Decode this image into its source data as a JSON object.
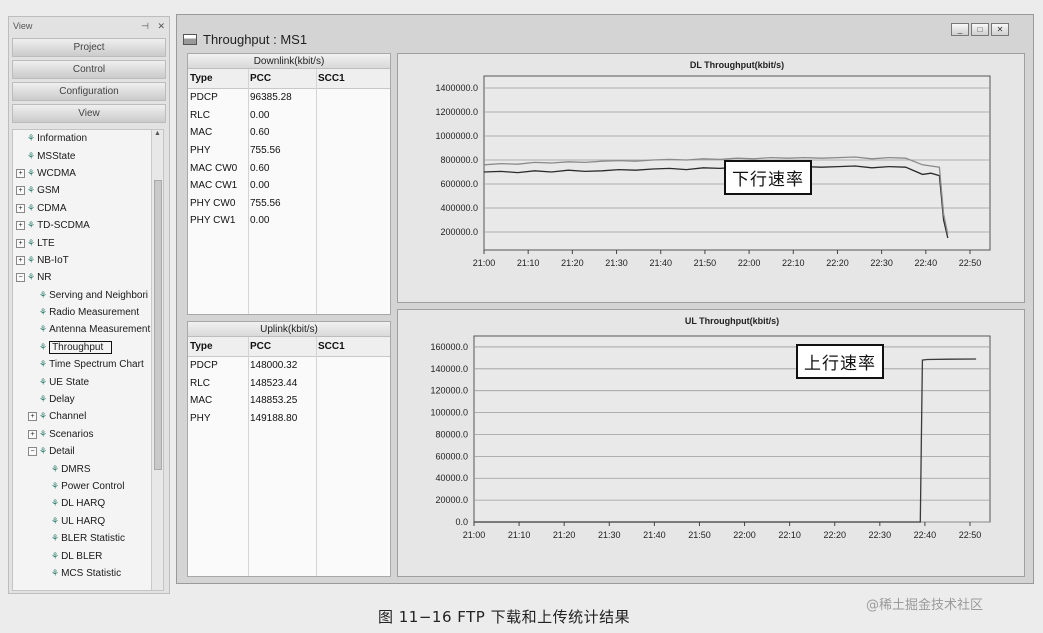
{
  "view_pane": {
    "title": "View",
    "pin_icon": "pin-icon",
    "close_glyph": "✕",
    "nav": [
      "Project",
      "Control",
      "Configuration",
      "View"
    ],
    "tree": [
      {
        "label": "Information",
        "level": 0,
        "expander": ""
      },
      {
        "label": "MSState",
        "level": 0,
        "expander": ""
      },
      {
        "label": "WCDMA",
        "level": 0,
        "expander": "+"
      },
      {
        "label": "GSM",
        "level": 0,
        "expander": "+"
      },
      {
        "label": "CDMA",
        "level": 0,
        "expander": "+"
      },
      {
        "label": "TD-SCDMA",
        "level": 0,
        "expander": "+"
      },
      {
        "label": "LTE",
        "level": 0,
        "expander": "+"
      },
      {
        "label": "NB-IoT",
        "level": 0,
        "expander": "+"
      },
      {
        "label": "NR",
        "level": 0,
        "expander": "−"
      },
      {
        "label": "Serving and Neighbori",
        "level": 1,
        "expander": ""
      },
      {
        "label": "Radio Measurement",
        "level": 1,
        "expander": ""
      },
      {
        "label": "Antenna Measurement",
        "level": 1,
        "expander": ""
      },
      {
        "label": "Throughput",
        "level": 1,
        "expander": "",
        "selected": true
      },
      {
        "label": "Time Spectrum Chart",
        "level": 1,
        "expander": ""
      },
      {
        "label": "UE State",
        "level": 1,
        "expander": ""
      },
      {
        "label": "Delay",
        "level": 1,
        "expander": ""
      },
      {
        "label": "Channel",
        "level": 1,
        "expander": "+"
      },
      {
        "label": "Scenarios",
        "level": 1,
        "expander": "+"
      },
      {
        "label": "Detail",
        "level": 1,
        "expander": "−"
      },
      {
        "label": "DMRS",
        "level": 2,
        "expander": ""
      },
      {
        "label": "Power Control",
        "level": 2,
        "expander": ""
      },
      {
        "label": "DL HARQ",
        "level": 2,
        "expander": ""
      },
      {
        "label": "UL HARQ",
        "level": 2,
        "expander": ""
      },
      {
        "label": "BLER Statistic",
        "level": 2,
        "expander": ""
      },
      {
        "label": "DL BLER",
        "level": 2,
        "expander": ""
      },
      {
        "label": "MCS Statistic",
        "level": 2,
        "expander": ""
      }
    ]
  },
  "window": {
    "title": "Throughput : MS1",
    "controls": [
      "_",
      "□",
      "✕"
    ]
  },
  "downlink_table": {
    "caption": "Downlink(kbit/s)",
    "headers": [
      "Type",
      "PCC",
      "SCC1"
    ],
    "rows": [
      [
        "PDCP",
        "96385.28",
        ""
      ],
      [
        "RLC",
        "0.00",
        ""
      ],
      [
        "MAC",
        "0.60",
        ""
      ],
      [
        "PHY",
        "755.56",
        ""
      ],
      [
        "MAC CW0",
        "0.60",
        ""
      ],
      [
        "MAC CW1",
        "0.00",
        ""
      ],
      [
        "PHY CW0",
        "755.56",
        ""
      ],
      [
        "PHY CW1",
        "0.00",
        ""
      ]
    ]
  },
  "uplink_table": {
    "caption": "Uplink(kbit/s)",
    "headers": [
      "Type",
      "PCC",
      "SCC1"
    ],
    "rows": [
      [
        "PDCP",
        "148000.32",
        ""
      ],
      [
        "RLC",
        "148523.44",
        ""
      ],
      [
        "MAC",
        "148853.25",
        ""
      ],
      [
        "PHY",
        "149188.80",
        ""
      ]
    ]
  },
  "annotations": {
    "dl": "下行速率",
    "ul": "上行速率"
  },
  "figure_caption": "图 11−16   FTP 下载和上传统计结果",
  "watermark": "@稀土掘金技术社区",
  "colors": {
    "dl_line": "#8a8a8a",
    "dl_line2": "#2b2b2b",
    "ul_line": "#3a3a3a",
    "grid": "#9c9c9c",
    "plot_bg": "#e9e9e9"
  },
  "chart_data": [
    {
      "type": "line",
      "title": "DL Throughput(kbit/s)",
      "xlabel": "",
      "ylabel": "",
      "x_ticks": [
        "21:00",
        "21:10",
        "21:20",
        "21:30",
        "21:40",
        "21:50",
        "22:00",
        "22:10",
        "22:20",
        "22:30",
        "22:40",
        "22:50"
      ],
      "y_ticks": [
        "1400000.0",
        "1200000.0",
        "1000000.0",
        "800000.0",
        "600000.0",
        "400000.0",
        "200000.0"
      ],
      "xlim": [
        0,
        60
      ],
      "ylim": [
        50000,
        1500000
      ],
      "grid": true,
      "series": [
        {
          "x": [
            0,
            2,
            4,
            6,
            8,
            10,
            12,
            14,
            16,
            18,
            20,
            22,
            24,
            26,
            28,
            30,
            32,
            34,
            36,
            38,
            40,
            42,
            44,
            46,
            48,
            50,
            52,
            53,
            54,
            54.5,
            55
          ],
          "y": [
            700000,
            705000,
            695000,
            710000,
            700000,
            715000,
            705000,
            710000,
            720000,
            715000,
            725000,
            730000,
            720000,
            735000,
            730000,
            740000,
            735000,
            745000,
            740000,
            745000,
            740000,
            745000,
            750000,
            735000,
            745000,
            740000,
            680000,
            690000,
            670000,
            300000,
            150000
          ]
        },
        {
          "x": [
            0,
            2,
            4,
            6,
            8,
            10,
            12,
            14,
            16,
            18,
            20,
            22,
            24,
            26,
            28,
            30,
            32,
            34,
            36,
            38,
            40,
            42,
            44,
            46,
            48,
            50,
            52,
            53,
            54,
            54.5,
            55
          ],
          "y": [
            760000,
            770000,
            765000,
            780000,
            775000,
            785000,
            780000,
            790000,
            795000,
            790000,
            800000,
            805000,
            800000,
            810000,
            805000,
            815000,
            810000,
            820000,
            815000,
            820000,
            815000,
            820000,
            825000,
            810000,
            820000,
            815000,
            760000,
            750000,
            740000,
            350000,
            180000
          ]
        }
      ]
    },
    {
      "type": "line",
      "title": "UL Throughput(kbit/s)",
      "xlabel": "",
      "ylabel": "",
      "x_ticks": [
        "21:00",
        "21:10",
        "21:20",
        "21:30",
        "21:40",
        "21:50",
        "22:00",
        "22:10",
        "22:20",
        "22:30",
        "22:40",
        "22:50"
      ],
      "y_ticks": [
        "160000.0",
        "140000.0",
        "120000.0",
        "100000.0",
        "80000.0",
        "60000.0",
        "40000.0",
        "20000.0",
        "0.0"
      ],
      "xlim": [
        0,
        60
      ],
      "ylim": [
        0,
        170000
      ],
      "grid": true,
      "series": [
        {
          "x": [
            0,
            10,
            20,
            30,
            40,
            50,
            55,
            60,
            64,
            64.3,
            65,
            68,
            72
          ],
          "y": [
            0,
            0,
            0,
            0,
            0,
            0,
            0,
            0,
            0,
            148000,
            148500,
            148800,
            149000
          ]
        }
      ]
    }
  ]
}
